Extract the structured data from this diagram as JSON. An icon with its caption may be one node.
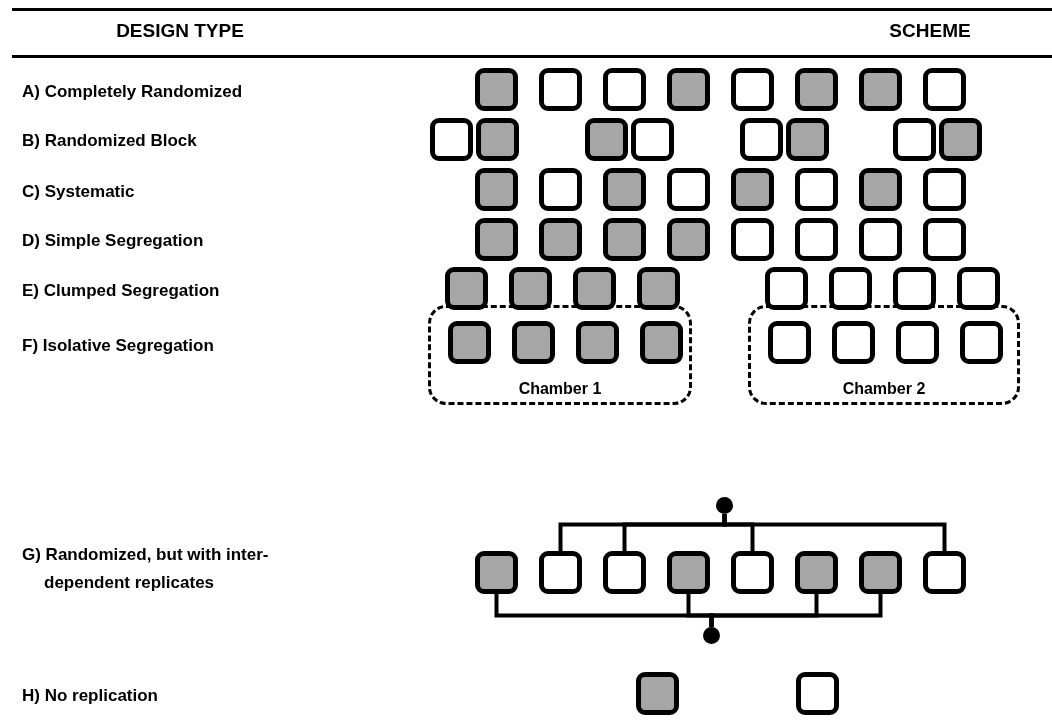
{
  "diagram": {
    "nodes": [
      {
        "text": [],
        "shape": "box"
      },
      {
        "text": [],
        "shape": "box"
      },
      {
        "text": [],
        "shape": "box"
      },
      {
        "text": [],
        "shape": "box"
      },
      {
        "text": [],
        "shape": "box"
      },
      {
        "text": [],
        "shape": "box"
      },
      {
        "text": [],
        "shape": "box"
      },
      {
        "text": [],
        "shape": "box"
      },
      {
        "text": [],
        "shape": "box"
      },
      {
        "text": [],
        "shape": "box"
      },
      {
        "text": [],
        "shape": "box"
      },
      {
        "text": [],
        "shape": "box"
      },
      {
        "text": [],
        "shape": "box"
      },
      {
        "text": [],
        "shape": "box"
      },
      {
        "text": [],
        "shape": "box"
      },
      {
        "text": [],
        "shape": "box"
      },
      {
        "text": [],
        "shape": "box"
      },
      {
        "text": [],
        "shape": "box"
      },
      {
        "text": [],
        "shape": "box"
      },
      {
        "text": [],
        "shape": "box"
      },
      {
        "text": [],
        "shape": "box"
      },
      {
        "text": [],
        "shape": "box"
      },
      {
        "text": [],
        "shape": "box"
      },
      {
        "text": [],
        "shape": "box"
      },
      {
        "text": [],
        "shape": "box"
      },
      {
        "text": [],
        "shape": "box"
      },
      {
        "text": [],
        "shape": "box"
      },
      {
        "text": [],
        "shape": "box"
      },
      {
        "text": [],
        "shape": "box"
      },
      {
        "text": [],
        "shape": "box"
      },
      {
        "text": [],
        "shape": "box"
      },
      {
        "text": [],
        "shape": "box"
      },
      {
        "text": [],
        "shape": "box"
      },
      {
        "text": [],
        "shape": "box"
      },
      {
        "text": [],
        "shape": "box"
      },
      {
        "text": [],
        "shape": "box"
      },
      {
        "text": [],
        "shape": "box"
      },
      {
        "text": [],
        "shape": "box"
      },
      {
        "text": [],
        "shape": "box"
      },
      {
        "text": [],
        "shape": "box"
      },
      {
        "text": [
          "Chamber 1"
        ]
      },
      {
        "text": [],
        "shape": "box",
        "in": 40
      },
      {
        "text": [],
        "shape": "box",
        "in": 40
      },
      {
        "text": [],
        "shape": "box",
        "in": 40
      },
      {
        "text": [],
        "shape": "box",
        "in": 40
      },
      {
        "text": [
          "Chamber 2"
        ]
      },
      {
        "text": [],
        "shape": "box",
        "in": 45
      },
      {
        "text": [],
        "shape": "box",
        "in": 45
      },
      {
        "text": [],
        "shape": "box",
        "in": 45
      },
      {
        "text": [],
        "shape": "box",
        "in": 45
      },
      {
        "text": [],
        "shape": "circle"
      },
      {
        "text": [],
        "shape": "box"
      },
      {
        "text": [],
        "shape": "box"
      },
      {
        "text": [],
        "shape": "box"
      },
      {
        "text": [],
        "shape": "box"
      },
      {
        "text": [],
        "shape": "box"
      },
      {
        "text": [],
        "shape": "box"
      },
      {
        "text": [],
        "shape": "box"
      },
      {
        "text": [],
        "shape": "box"
      },
      {
        "text": [],
        "shape": "circle"
      },
      {
        "text": [],
        "shape": "box"
      },
      {
        "text": [],
        "shape": "box"
      }
    ],
    "edges": [
      {
        "from": 50,
        "to": 52,
        "arrow": "none"
      },
      {
        "from": 50,
        "to": 53,
        "arrow": "none"
      },
      {
        "from": 50,
        "to": 55,
        "arrow": "none"
      },
      {
        "from": 50,
        "to": 58,
        "arrow": "none"
      },
      {
        "from": 59,
        "to": 51,
        "arrow": "none"
      },
      {
        "from": 59,
        "to": 54,
        "arrow": "none"
      },
      {
        "from": 59,
        "to": 56,
        "arrow": "none"
      },
      {
        "from": 59,
        "to": 57,
        "arrow": "none"
      }
    ],
    "labels": [
      "DESIGN TYPE",
      "SCHEME",
      "A) Completely Randomized",
      "B) Randomized Block",
      "C) Systematic",
      "D) Simple Segregation",
      "E) Clumped Segregation",
      "F) Isolative Segregation",
      "G) Randomized, but with inter-dependent replicates",
      "H) No replication"
    ]
  }
}
